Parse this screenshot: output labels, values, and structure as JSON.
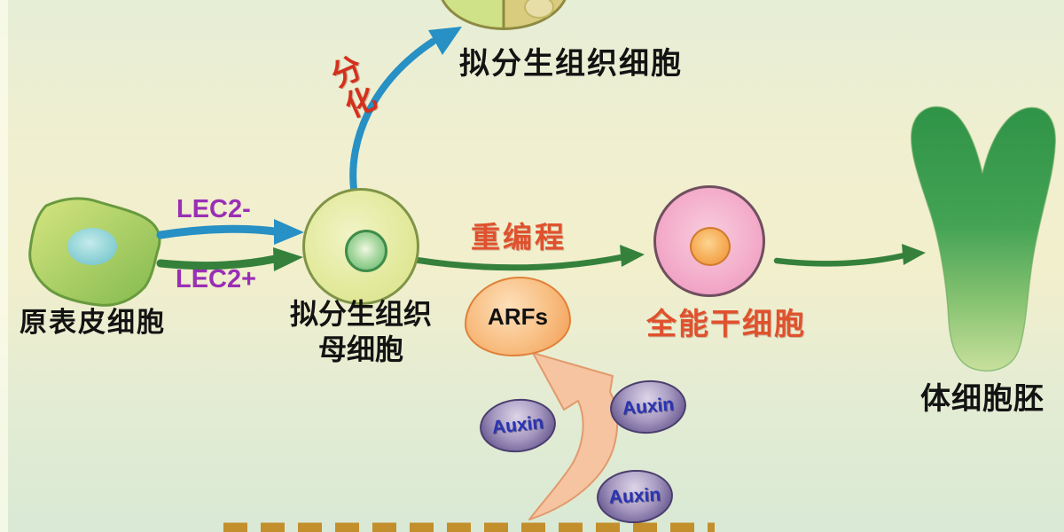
{
  "diagram": {
    "cells": {
      "epidermal": {
        "label": "原表皮细胞"
      },
      "meristem_mother": {
        "label_line1": "拟分生组织",
        "label_line2": "母细胞"
      },
      "meristem": {
        "label": "拟分生组织细胞"
      },
      "totipotent": {
        "label": "全能干细胞"
      },
      "embryo": {
        "label": "体细胞胚"
      }
    },
    "arrows": {
      "lec2_minus": "LEC2-",
      "lec2_plus": "LEC2+",
      "differentiation": "分化",
      "reprogramming": "重编程"
    },
    "molecules": {
      "arfs": "ARFs",
      "auxin": "Auxin"
    },
    "colors": {
      "background_top": "#e6eed6",
      "background_middle": "#f2efcc",
      "background_bottom": "#d9e9d5",
      "blue_arrow": "#2790c4",
      "green_arrow": "#35813c",
      "red_label": "#d8411f",
      "orange_label": "#e0512e",
      "purple_label": "#9a2fb5",
      "auxin_text": "#2a34b2",
      "swoosh_arrow": "#f6c4a0",
      "dash_line": "#c28f2c"
    }
  }
}
